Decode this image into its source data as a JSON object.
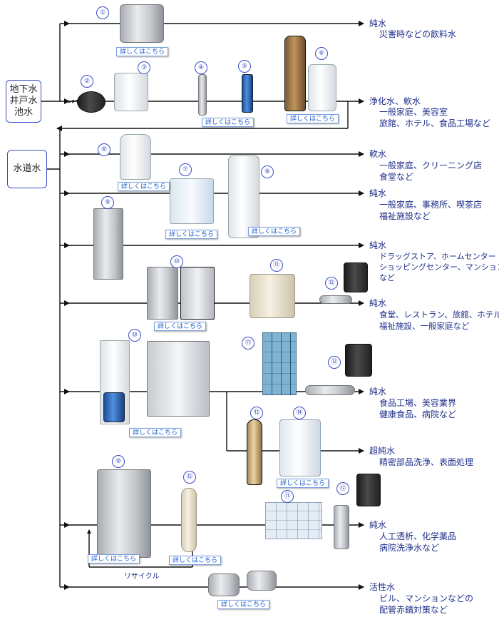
{
  "sources": {
    "ground_water": [
      "地下水",
      "井戸水",
      "池水"
    ],
    "tap_water": "水道水"
  },
  "detail_button_label": "詳しくはこちら",
  "recycle_label": "リサイクル",
  "item_numbers": [
    "①",
    "②",
    "③",
    "④",
    "⑤",
    "⑥",
    "⑥",
    "⑦",
    "⑧",
    "⑨",
    "⑩",
    "⑪",
    "⑫",
    "⑩",
    "⑪",
    "⑫",
    "⑬",
    "⑭",
    "⑩",
    "⑮",
    "⑪",
    "⑫"
  ],
  "outputs": {
    "o1": {
      "title": "純水",
      "lines": [
        "災害時などの飲料水"
      ]
    },
    "o2": {
      "title": "浄化水、軟水",
      "lines": [
        "一般家庭、美容室",
        "旅館、ホテル、食品工場など"
      ]
    },
    "o3": {
      "title": "軟水",
      "lines": [
        "一般家庭、クリーニング店",
        "食堂など"
      ]
    },
    "o4": {
      "title": "純水",
      "lines": [
        "一般家庭、事務所、喫茶店",
        "福祉施設など"
      ]
    },
    "o5": {
      "title": "純水",
      "lines": [
        "ドラッグストア、ホームセンター",
        "ショッピングセンター、マンション",
        "など"
      ]
    },
    "o6": {
      "title": "純水",
      "lines": [
        "食堂、レストラン、旅館、ホテル",
        "福祉施設、一般家庭など"
      ]
    },
    "o7": {
      "title": "純水",
      "lines": [
        "食品工場、美容業界",
        "健康食品、病院など"
      ]
    },
    "o8": {
      "title": "超純水",
      "lines": [
        "精密部品洗浄、表面処理"
      ]
    },
    "o9": {
      "title": "純水",
      "lines": [
        "人工透析、化学薬品",
        "病院洗浄水など"
      ]
    },
    "o10": {
      "title": "活性水",
      "lines": [
        "ビル、マンションなどの",
        "配管赤錆対策など"
      ]
    }
  },
  "colors": {
    "line": "#111111",
    "text": "#1f2f8a",
    "button_text": "#1e5fd0",
    "frame": "#3a4cc4"
  }
}
